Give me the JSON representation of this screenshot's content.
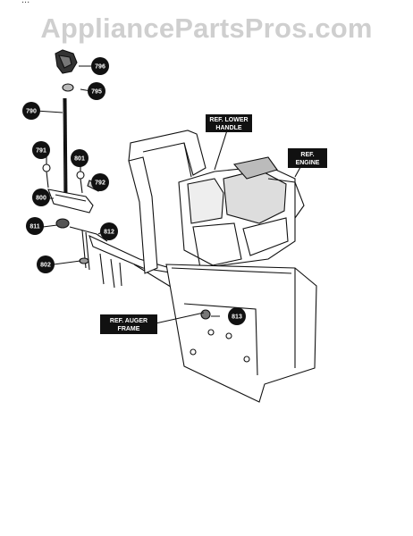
{
  "header": {
    "left_fragment": "...",
    "right_fragment": ""
  },
  "watermark": "AppliancePartsPros.com",
  "callouts": [
    {
      "id": "c796",
      "label": "796"
    },
    {
      "id": "c795",
      "label": "795"
    },
    {
      "id": "c790",
      "label": "790"
    },
    {
      "id": "c791",
      "label": "791"
    },
    {
      "id": "c801",
      "label": "801"
    },
    {
      "id": "c792",
      "label": "792"
    },
    {
      "id": "c800",
      "label": "800"
    },
    {
      "id": "c811",
      "label": "811"
    },
    {
      "id": "c812",
      "label": "812"
    },
    {
      "id": "c802",
      "label": "802"
    },
    {
      "id": "c813",
      "label": "813"
    }
  ],
  "ref_labels": {
    "lower_handle": {
      "line1": "REF. LOWER",
      "line2": "HANDLE"
    },
    "engine": {
      "line1": "REF.",
      "line2": "ENGINE"
    },
    "auger_frame": {
      "line1": "REF. AUGER",
      "line2": "FRAME"
    }
  },
  "colors": {
    "ink": "#111111",
    "watermark": "#cfcfcf",
    "background": "#ffffff"
  }
}
